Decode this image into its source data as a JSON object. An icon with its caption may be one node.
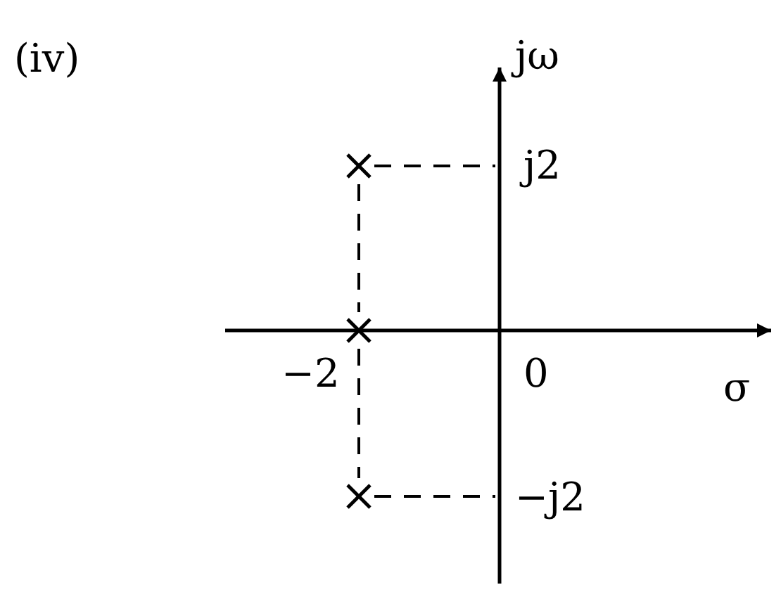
{
  "diagram": {
    "labels": [
      "(iv)",
      "jω",
      "j2",
      "−2",
      "0",
      "σ",
      "−j2"
    ]
  }
}
